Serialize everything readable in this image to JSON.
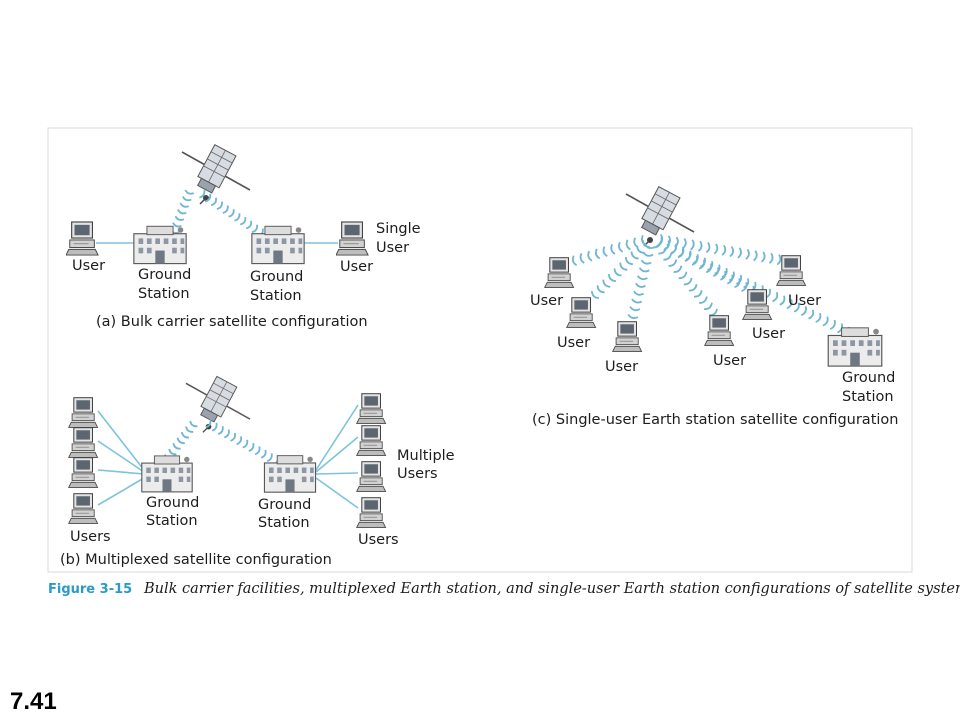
{
  "panels": {
    "a": {
      "caption": "(a) Bulk carrier satellite configuration",
      "user_left": "User",
      "user_right": "User",
      "single_user": [
        "Single",
        "User"
      ],
      "ground_left": [
        "Ground",
        "Station"
      ],
      "ground_right": [
        "Ground",
        "Station"
      ]
    },
    "b": {
      "caption": "(b) Multiplexed satellite configuration",
      "users_left": "Users",
      "users_right": "Users",
      "multiple_users": [
        "Multiple",
        "Users"
      ],
      "ground_left": [
        "Ground",
        "Station"
      ],
      "ground_right": [
        "Ground",
        "Station"
      ]
    },
    "c": {
      "caption": "(c) Single-user Earth station satellite configuration",
      "user_labels": [
        "User",
        "User",
        "User",
        "User",
        "User",
        "User"
      ],
      "ground": [
        "Ground",
        "Station"
      ]
    }
  },
  "figure": {
    "number": "Figure 3-15",
    "caption": "Bulk carrier facilities, multiplexed Earth station, and single-user Earth station configurations of satellite systems"
  },
  "slide_number": "7.41",
  "colors": {
    "frame": "#d8d8d8",
    "link_line": "#7cc3dc",
    "wave": "#6fb6d3",
    "figure_accent": "#2b9bc6"
  }
}
